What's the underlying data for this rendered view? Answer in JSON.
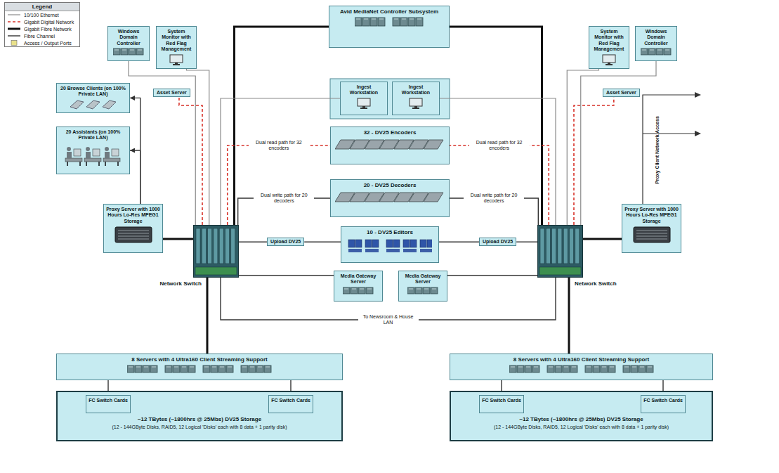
{
  "diagram": {
    "nodes": [
      {
        "text": [
          "Windows Domain Controller"
        ]
      },
      {
        "text": [
          "System Monitor with Red Flag Management"
        ]
      },
      {
        "text": [
          "Avid MediaNet Controller Subsystem"
        ]
      },
      {
        "text": [
          "System Monitor with Red Flag Management"
        ]
      },
      {
        "text": [
          "Windows Domain Controller"
        ]
      },
      {
        "text": [
          "Asset Server"
        ]
      },
      {
        "text": [
          "Ingest Workstation"
        ]
      },
      {
        "text": [
          "Ingest Workstation"
        ]
      },
      {
        "text": [
          "Asset Server"
        ]
      },
      {
        "text": [
          "20 Browse Clients (on 100% Private LAN)"
        ]
      },
      {
        "text": [
          "20 Assistants (on 100% Private LAN)"
        ]
      },
      {
        "text": [
          "32 - DV25 Encoders"
        ]
      },
      {
        "text": [
          "20 - DV25 Decoders"
        ]
      },
      {
        "text": [
          "Proxy Server with 1000 Hours Lo-Res MPEG1 Storage"
        ]
      },
      {
        "text": [
          "Proxy Server with 1000 Hours Lo-Res MPEG1 Storage"
        ]
      },
      {
        "text": [
          "10 - DV25 Editors"
        ]
      },
      {
        "text": [
          "Upload DV25"
        ]
      },
      {
        "text": [
          "Upload DV25"
        ]
      },
      {
        "text": [
          "Network Switch"
        ]
      },
      {
        "text": [
          "Network Switch"
        ]
      },
      {
        "text": [
          "Media Gateway Server"
        ]
      },
      {
        "text": [
          "Media Gateway Server"
        ]
      },
      {
        "text": [
          "8 Servers with 4 Ultra160 Client Streaming Support"
        ]
      },
      {
        "text": [
          "8 Servers with 4 Ultra160 Client Streaming Support"
        ]
      },
      {
        "text": [
          "~12 TBytes (~1800hrs @ 25Mbs) DV25 Storage",
          "(12 - 144GByte Disks, RAID5, 12 Logical 'Disks' each with 8 data + 1 parity disk)"
        ]
      },
      {
        "text": [
          "FC Switch Cards"
        ],
        "in": 24
      },
      {
        "text": [
          "FC Switch Cards"
        ],
        "in": 24
      },
      {
        "text": [
          "~12 TBytes (~1800hrs @ 25Mbs) DV25 Storage",
          "(12 - 144GByte Disks, RAID5, 12 Logical 'Disks' each with 8 data + 1 parity disk)"
        ]
      },
      {
        "text": [
          "FC Switch Cards"
        ],
        "in": 27
      },
      {
        "text": [
          "FC Switch Cards"
        ],
        "in": 27
      }
    ],
    "edges": [
      {
        "from": 18,
        "to": 0,
        "arrow": "none"
      },
      {
        "from": 18,
        "to": 1,
        "arrow": "none"
      },
      {
        "from": 18,
        "to": 2,
        "arrow": "none"
      },
      {
        "from": 18,
        "to": 5,
        "arrow": "none"
      },
      {
        "from": 18,
        "to": 6,
        "arrow": "none"
      },
      {
        "from": 18,
        "to": 11,
        "arrow": "none",
        "label": "Dual read path for 32 encoders"
      },
      {
        "from": 18,
        "to": 12,
        "arrow": "none",
        "label": "Dual write path for 20 decoders"
      },
      {
        "from": 18,
        "to": 16,
        "arrow": "none"
      },
      {
        "from": 16,
        "to": 15,
        "arrow": "none"
      },
      {
        "from": 18,
        "to": 20,
        "arrow": "none"
      },
      {
        "from": 18,
        "to": 19,
        "arrow": "none",
        "label": "To Newsroom & House LAN"
      },
      {
        "from": 18,
        "to": 22,
        "arrow": "none"
      },
      {
        "from": 18,
        "to": 13,
        "arrow": "none"
      },
      {
        "from": 13,
        "to": 9,
        "arrow": "to"
      },
      {
        "from": 13,
        "to": 10,
        "arrow": "to"
      },
      {
        "from": 19,
        "to": 4,
        "arrow": "none"
      },
      {
        "from": 19,
        "to": 8,
        "arrow": "none"
      },
      {
        "from": 19,
        "to": 3,
        "arrow": "none"
      },
      {
        "from": 19,
        "to": 2,
        "arrow": "none"
      },
      {
        "from": 19,
        "to": 7,
        "arrow": "none"
      },
      {
        "from": 19,
        "to": 11,
        "arrow": "none",
        "label": "Dual read path for 32 encoders"
      },
      {
        "from": 19,
        "to": 12,
        "arrow": "none",
        "label": "Dual write path for 20 decoders"
      },
      {
        "from": 19,
        "to": 17,
        "arrow": "none"
      },
      {
        "from": 17,
        "to": 15,
        "arrow": "none"
      },
      {
        "from": 19,
        "to": 21,
        "arrow": "none"
      },
      {
        "from": 19,
        "to": 23,
        "arrow": "none"
      },
      {
        "from": 19,
        "to": 14,
        "arrow": "none"
      },
      {
        "from": 22,
        "to": 25,
        "arrow": "none"
      },
      {
        "from": 22,
        "to": 26,
        "arrow": "none"
      },
      {
        "from": 23,
        "to": 28,
        "arrow": "none"
      },
      {
        "from": 23,
        "to": 29,
        "arrow": "none"
      }
    ],
    "labels": [
      "Legend",
      "Proxy Client Network Access"
    ],
    "legend": [
      {
        "text": "10/100 Ethernet"
      },
      {
        "text": "Gigabit Digital Network"
      },
      {
        "text": "Gigabit Fibre Network"
      },
      {
        "text": "Fibre Channel"
      },
      {
        "text": "Access / Output Ports",
        "color": "#e8e08a"
      }
    ]
  }
}
